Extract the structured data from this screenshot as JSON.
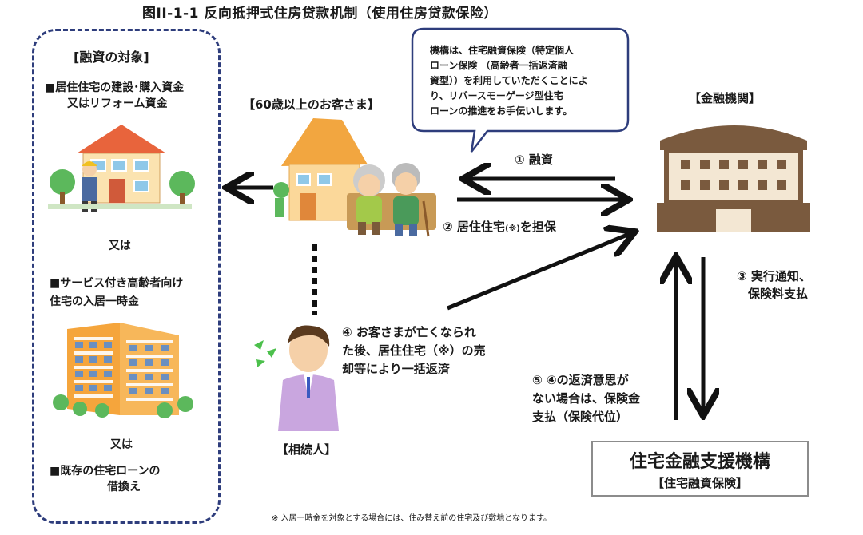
{
  "title": "图II-1-1 反向抵押式住房贷款机制（使用住房贷款保险）",
  "targets": {
    "heading": "[融資の対象]",
    "item1_line1": "■居住住宅の建設･購入資金",
    "item1_line2": "又はリフォーム資金",
    "or1": "又は",
    "item2_line1": "■サービス付き高齢者向け",
    "item2_line2": "住宅の入居一時金",
    "or2": "又は",
    "item3_line1": "■既存の住宅ローンの",
    "item3_line2": "借換え"
  },
  "customer_label": "【60歳以上のお客さま】",
  "bank_label": "【金融機関】",
  "heir_label": "【相続人】",
  "bubble": {
    "line1": "機構は、住宅融資保険（特定個人",
    "line2": "ローン保険 （高齢者一括返済融",
    "line3": "資型））を利用していただくことによ",
    "line4": "り、リバースモーゲージ型住宅",
    "line5": "ローンの推進をお手伝いします。"
  },
  "steps": {
    "s1": "① 融資",
    "s2_pre": "② 居住住宅",
    "s2_mark": "(※)",
    "s2_post": "を担保",
    "s3_line1": "③ 実行通知、",
    "s3_line2": "保険料支払",
    "s4_line1": "④ お客さまが亡くなられ",
    "s4_line2": "た後、居住住宅（※）の売",
    "s4_line3": "却等により一括返済",
    "s5_line1": "⑤ ④の返済意思が",
    "s5_line2": "ない場合は、保険金",
    "s5_line3": "支払（保険代位）"
  },
  "org": {
    "name": "住宅金融支援機構",
    "sub": "【住宅融資保険】"
  },
  "footnote": "※ 入居一時金を対象とする場合には、住み替え前の住宅及び敷地となります。",
  "colors": {
    "border_dashed": "#2e3d7c",
    "house_orange": "#f2a640",
    "house_roof": "#e8643c",
    "bank_brown": "#7a5a3e",
    "tree_green": "#5cb85c",
    "arrow": "#111111"
  }
}
